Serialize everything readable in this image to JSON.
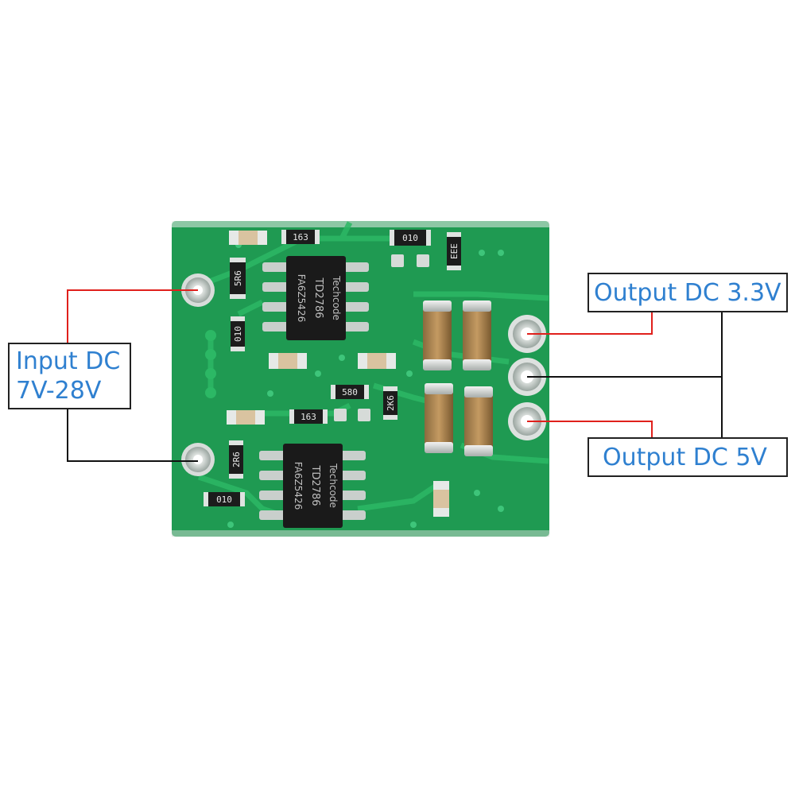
{
  "callouts": {
    "input_line1": "Input DC",
    "input_line2": "7V-28V",
    "output_33": "Output DC 3.3V",
    "output_5": "Output DC 5V"
  },
  "chips": {
    "top": {
      "line1": "Techcode",
      "line2": "TD2786",
      "line3": "FA6Z5426"
    },
    "bottom": {
      "line1": "Techcode",
      "line2": "TD2786",
      "line3": "FA6Z5426"
    }
  },
  "resistor_codes": {
    "r1": "163",
    "r2": "010",
    "r3": "5R6",
    "r4": "010",
    "r5": "EEE",
    "r6": "580",
    "r7": "163",
    "r8": "2R6",
    "r9": "010",
    "r10": "2K6"
  },
  "colors": {
    "pcb": "#1f9a52",
    "lead_red": "#e0201c",
    "lead_black": "#111111",
    "label_blue": "#2f80d0"
  }
}
